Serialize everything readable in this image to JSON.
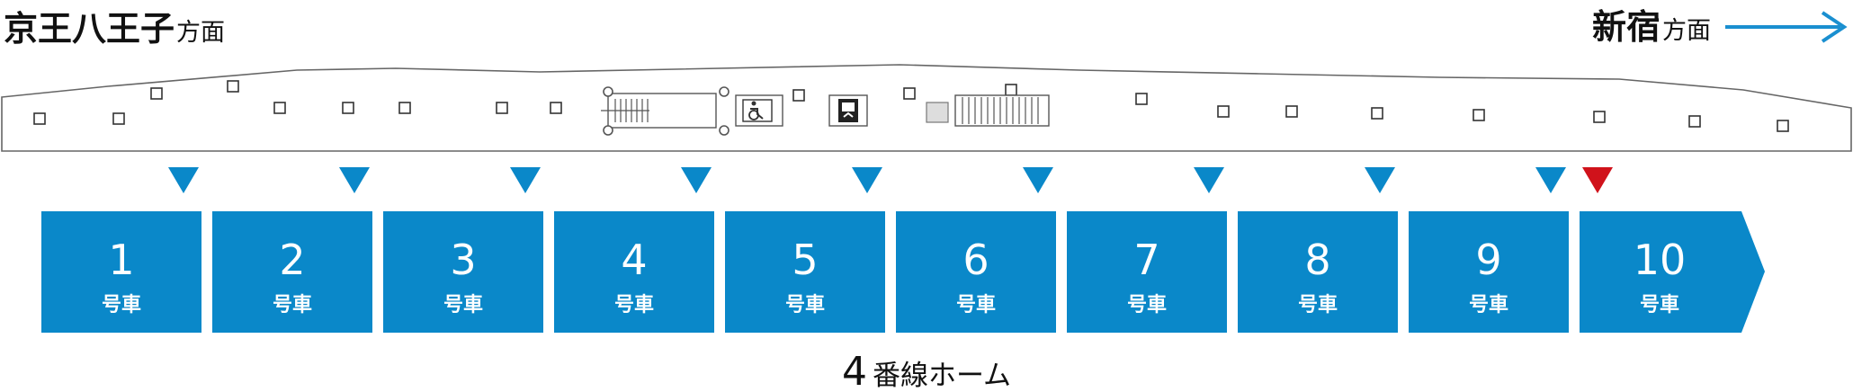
{
  "colors": {
    "car": "#0a88c9",
    "marker": "#0a88c9",
    "marker_highlight": "#d0121b",
    "arrow": "#1a8fd0",
    "outline": "#666666",
    "text": "#111111"
  },
  "directions": {
    "left": {
      "main": "京王八王子",
      "sub": "方面"
    },
    "right": {
      "main": "新宿",
      "sub": "方面",
      "arrow_icon": "right-arrow-icon"
    }
  },
  "cars": [
    {
      "number": "1",
      "label": "号車"
    },
    {
      "number": "2",
      "label": "号車"
    },
    {
      "number": "3",
      "label": "号車"
    },
    {
      "number": "4",
      "label": "号車"
    },
    {
      "number": "5",
      "label": "号車"
    },
    {
      "number": "6",
      "label": "号車"
    },
    {
      "number": "7",
      "label": "号車"
    },
    {
      "number": "8",
      "label": "号車"
    },
    {
      "number": "9",
      "label": "号車"
    },
    {
      "number": "10",
      "label": "号車"
    }
  ],
  "door_markers": {
    "count": 10,
    "highlighted_index": 9
  },
  "platform": {
    "number": "4",
    "label": "番線ホーム"
  },
  "facilities": [
    {
      "name": "escalator",
      "icon": "escalator-icon"
    },
    {
      "name": "wheelchair-elevator",
      "icon": "wheelchair-icon"
    },
    {
      "name": "elevator",
      "icon": "elevator-icon"
    },
    {
      "name": "stairs",
      "icon": "stairs-icon"
    }
  ]
}
